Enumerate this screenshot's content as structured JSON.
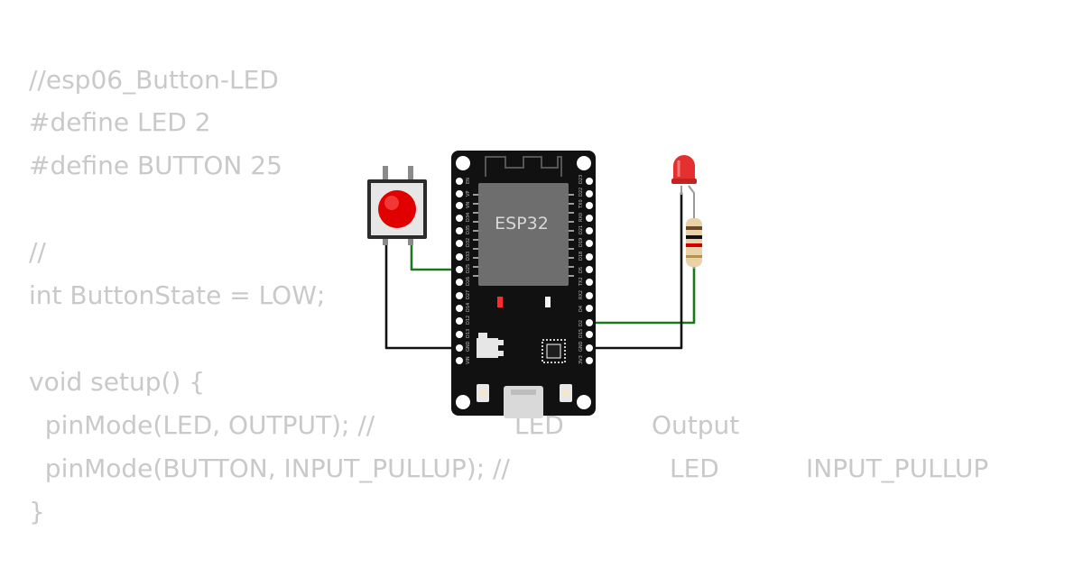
{
  "code": {
    "lines": [
      "//esp06_Button-LED",
      "#define LED 2",
      "#define BUTTON 25",
      "",
      "//",
      "int ButtonState = LOW;",
      "",
      "void setup() {",
      "  pinMode(LED, OUTPUT); //",
      "  pinMode(BUTTON, INPUT_PULLUP); //",
      "}"
    ],
    "comment_fragments": {
      "led_word_1": "LED",
      "output_word": "Output",
      "led_word_2": "LED",
      "input_pullup_word": "INPUT_PULLUP"
    }
  },
  "board": {
    "chip_label": "ESP32",
    "left_pins": [
      "EN",
      "VP",
      "VN",
      "D34",
      "D35",
      "D32",
      "D33",
      "D25",
      "D26",
      "D27",
      "D14",
      "D12",
      "D13",
      "GND",
      "VIN"
    ],
    "right_pins": [
      "D23",
      "D22",
      "TX0",
      "RX0",
      "D21",
      "D19",
      "D18",
      "D5",
      "TX2",
      "RX2",
      "D4",
      "D2",
      "D15",
      "GND",
      "3V3"
    ]
  },
  "colors": {
    "code_text": "#c9c9c9",
    "board": "#111111",
    "module": "#6e6e6e",
    "wire_signal": "#1a7a1a",
    "wire_ground": "#111111",
    "button_cap": "#e00000",
    "led_body": "#e53030",
    "resistor_body": "#e9d2a8"
  },
  "icons": {
    "button": "pushbutton-icon",
    "led": "red-led-icon",
    "resistor": "resistor-icon",
    "board": "esp32-devkit-icon"
  }
}
